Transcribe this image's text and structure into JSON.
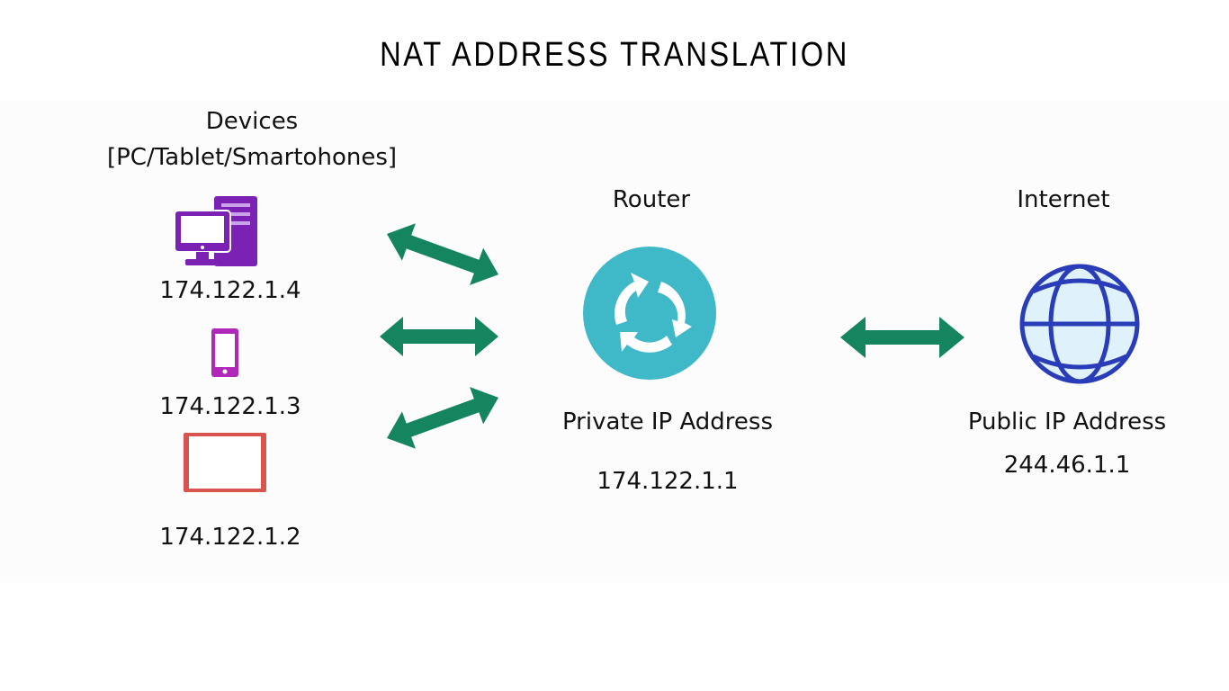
{
  "title": "NAT ADDRESS TRANSLATION",
  "devices": {
    "heading": "Devices",
    "subheading": "[PC/Tablet/Smartohones]",
    "items": [
      {
        "type": "pc",
        "icon": "desktop-computer-icon",
        "ip": "174.122.1.4",
        "color": "#7b22b5"
      },
      {
        "type": "smartphone",
        "icon": "smartphone-icon",
        "ip": "174.122.1.3",
        "color": "#b028b8"
      },
      {
        "type": "tablet",
        "icon": "tablet-icon",
        "ip": "174.122.1.2",
        "color": "#d9534f"
      }
    ]
  },
  "router": {
    "label": "Router",
    "icon": "router-cycle-icon",
    "address_label": "Private IP Address",
    "ip": "174.122.1.1",
    "color": "#3fb8c8"
  },
  "internet": {
    "label": "Internet",
    "icon": "globe-icon",
    "address_label": "Public IP Address",
    "ip": "244.46.1.1",
    "color": "#2a3db8"
  },
  "connectors": {
    "color": "#14855f",
    "links": [
      "pc-router",
      "smartphone-router",
      "tablet-router",
      "router-internet"
    ]
  }
}
